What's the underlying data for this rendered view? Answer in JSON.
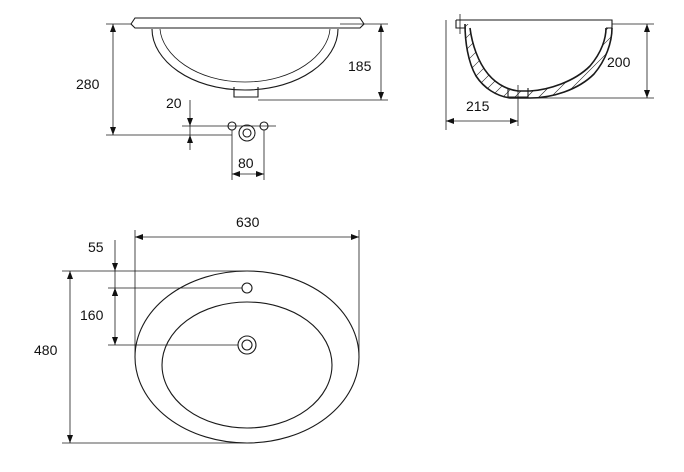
{
  "front_view": {
    "height_total": "280",
    "bowl_depth": "185",
    "tap_hole_offset": "20",
    "drain_width": "80"
  },
  "section_view": {
    "depth": "200",
    "drain_offset": "215"
  },
  "top_view": {
    "width": "630",
    "length": "480",
    "tap_hole_from_edge": "55",
    "tap_to_drain": "160"
  }
}
